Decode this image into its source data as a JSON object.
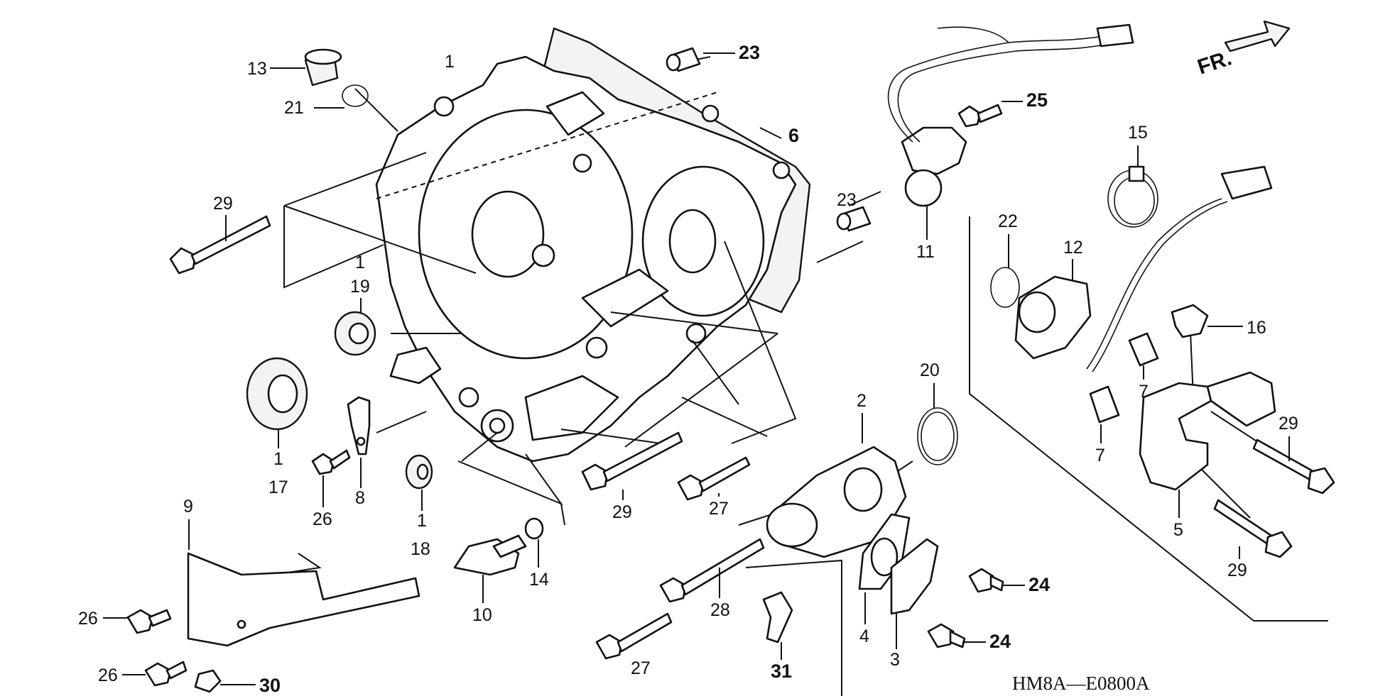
{
  "diagram": {
    "code": "HM8A—E0800A",
    "front_label": "FR.",
    "callouts": {
      "c13": "13",
      "c21": "21",
      "c1a": "1",
      "c29a": "29",
      "c1b": "1",
      "c19": "19",
      "c17": "17",
      "c1c": "1",
      "c26a": "26",
      "c8": "8",
      "c18": "18",
      "c1d": "1",
      "c9": "9",
      "c26b": "26",
      "c26c": "26",
      "c30": "30",
      "c10": "10",
      "c14": "14",
      "c29b": "29",
      "c27a": "27",
      "c23a": "23",
      "c6": "6",
      "c23b": "23",
      "c2": "2",
      "c20": "20",
      "c28": "28",
      "c27b": "27",
      "c31": "31",
      "c4": "4",
      "c3": "3",
      "c24a": "24",
      "c24b": "24",
      "c25": "25",
      "c11": "11",
      "c15": "15",
      "c22": "22",
      "c12": "12",
      "c16": "16",
      "c7a": "7",
      "c7b": "7",
      "c29c": "29",
      "c5": "5",
      "c29d": "29"
    }
  }
}
